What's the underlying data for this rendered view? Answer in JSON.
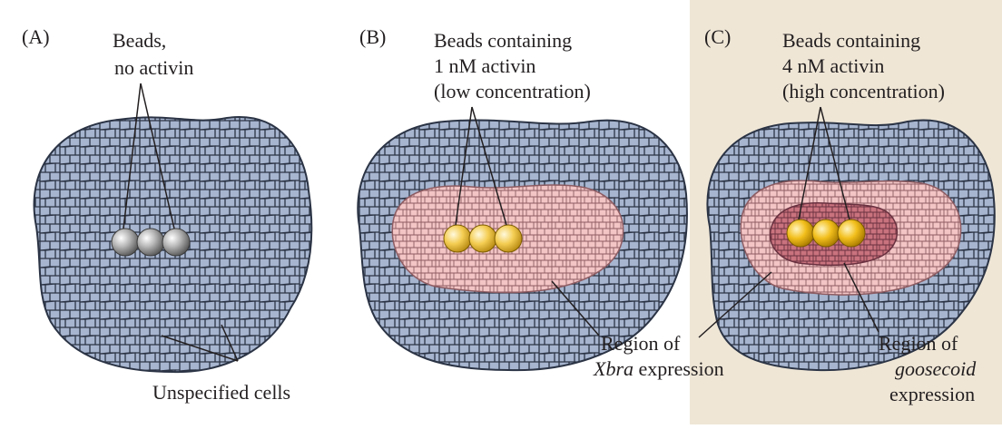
{
  "panels": [
    {
      "id": "A",
      "tag": "(A)",
      "label_lines": [
        "Beads,",
        "no activin"
      ],
      "bead_color": "#a9a9a9"
    },
    {
      "id": "B",
      "tag": "(B)",
      "label_lines": [
        "Beads containing",
        "1 nM activin",
        "(low concentration)"
      ],
      "bead_color": "#f4cd52"
    },
    {
      "id": "C",
      "tag": "(C)",
      "label_lines": [
        "Beads containing",
        "4 nM activin",
        "(high concentration)"
      ],
      "bead_color": "#f2bf1c"
    }
  ],
  "annotations": {
    "unspecified": "Unspecified cells",
    "region_of": "Region of",
    "xbra": "Xbra",
    "goosecoid": "goosecoid",
    "expression": "expression"
  },
  "colors": {
    "cell_blue": "#a7b5cf",
    "cell_outline": "#2b3445",
    "xbra_pink": "#f3c5c5",
    "goosecoid_red": "#c9737e",
    "background_page": "#efe6d6"
  }
}
